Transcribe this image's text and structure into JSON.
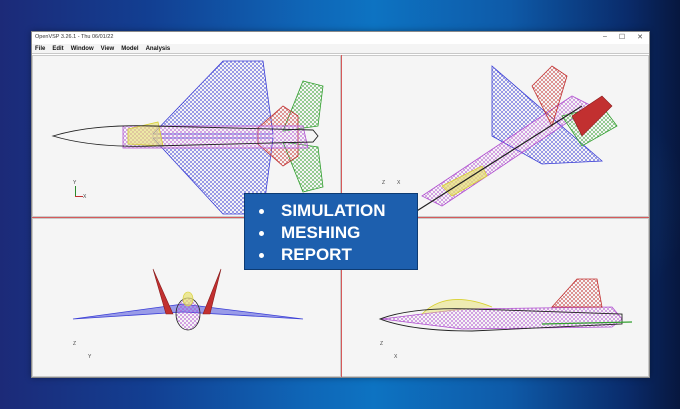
{
  "window": {
    "title": "OpenVSP 3.26.1 - Thu 06/01/22",
    "controls": [
      "–",
      "☐",
      "✕"
    ]
  },
  "menu": [
    "File",
    "Edit",
    "Window",
    "View",
    "Model",
    "Analysis"
  ],
  "axes": {
    "top_left": {
      "y": "Y",
      "x": "X"
    },
    "top_right": {
      "z": "Z",
      "x": "X"
    },
    "bottom_left": {
      "z": "Z",
      "y": "Y"
    },
    "bottom_right": {
      "z": "Z",
      "x": "X"
    }
  },
  "banner": {
    "items": [
      "SIMULATION",
      "MESHING",
      "REPORT"
    ],
    "background": "#1d5fae",
    "text_color": "#ffffff"
  },
  "colors": {
    "wing_blue": "#3b3fd6",
    "fuselage_purple": "#b04fd0",
    "canard_yellow": "#d8d030",
    "tail_red": "#c23030",
    "tail_green": "#33a030",
    "wire_black": "#222222"
  }
}
